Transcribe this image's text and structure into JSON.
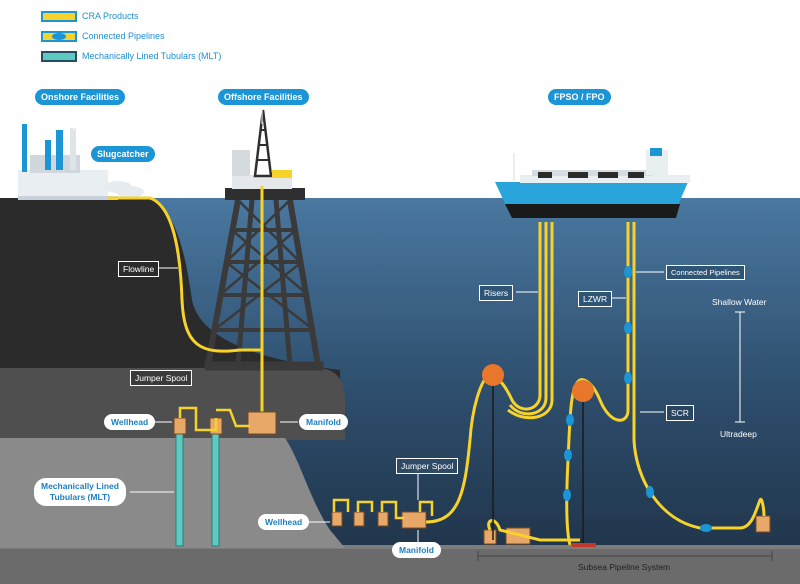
{
  "legend": {
    "cra_products": "CRA Products",
    "connected_pipelines": "Connected Pipelines",
    "mlt": "Mechanically Lined Tubulars (MLT)"
  },
  "labels": {
    "onshore_facilities": "Onshore Facilities",
    "offshore_facilities": "Offshore Facilities",
    "fpso": "FPSO / FPO",
    "slugcatcher": "Slugcatcher",
    "flowline": "Flowline",
    "jumper_spool_left": "Jumper Spool",
    "wellhead_left": "Wellhead",
    "manifold_left": "Manifold",
    "mlt_line1": "Mechanically Lined",
    "mlt_line2": "Tubulars (MLT)",
    "jumper_spool_right": "Jumper Spool",
    "wellhead_right": "Wellhead",
    "manifold_right": "Manifold",
    "risers": "Risers",
    "lzwr": "LZWR",
    "connected_pipelines": "Connected Pipelines",
    "scr": "SCR",
    "shallow_water": "Shallow Water",
    "ultradeep": "Ultradeep",
    "subsea_pipeline_system": "Subsea Pipeline System"
  },
  "colors": {
    "pipe_yellow": "#f6d22a",
    "pipe_blue": "#1c95d6",
    "mlt_teal": "#5dc9c0",
    "sea_top": "#3f6d93",
    "sea_bottom": "#1f3549",
    "rock_dark": "#2c2c2c",
    "rock_mid": "#5a5a5a",
    "rock_light": "#8c8c8c",
    "buoy_orange": "#e8762b",
    "ship_blue": "#2aa5dc"
  }
}
